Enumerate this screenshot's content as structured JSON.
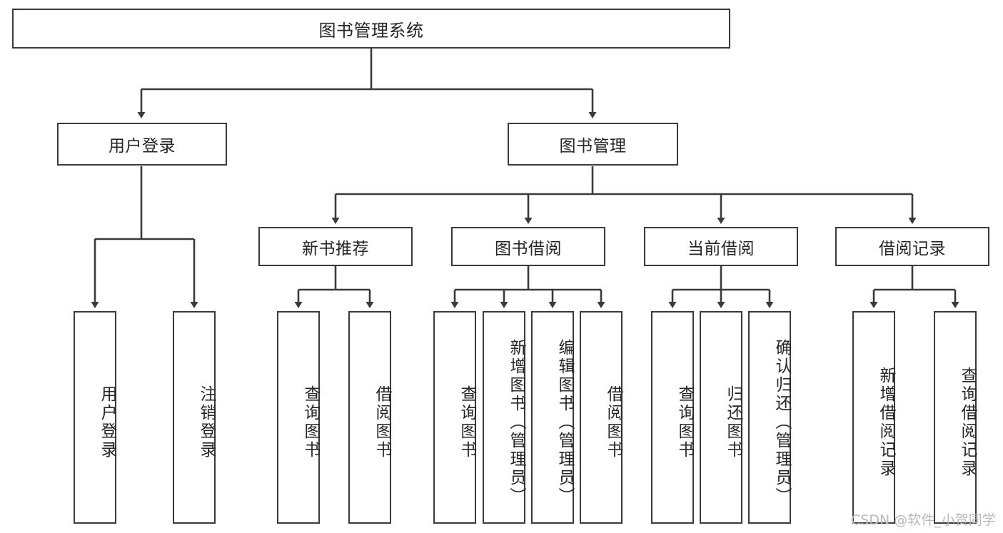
{
  "diagram": {
    "type": "tree-hierarchy",
    "title": "图书管理系统",
    "watermark": "CSDN @软件_小贺同学",
    "colors": {
      "background": "#ffffff",
      "border": "#3a3a3a",
      "edge": "#3a3a3a",
      "text": "#262626",
      "watermark": "#b9b9b9"
    }
  },
  "nodes": {
    "root": {
      "label": "图书管理系统"
    },
    "level2": [
      {
        "id": "user-login",
        "label": "用户登录"
      },
      {
        "id": "book-management",
        "label": "图书管理"
      }
    ],
    "level3": [
      {
        "id": "new-book-recommend",
        "label": "新书推荐"
      },
      {
        "id": "book-borrow",
        "label": "图书借阅"
      },
      {
        "id": "current-borrow",
        "label": "当前借阅"
      },
      {
        "id": "borrow-record",
        "label": "借阅记录"
      }
    ],
    "leaves": {
      "user_login": [
        {
          "id": "leaf-user-login",
          "label": "用户登录"
        },
        {
          "id": "leaf-logout",
          "label": "注销登录"
        }
      ],
      "new_book_recommend": [
        {
          "id": "leaf-query-book-1",
          "label": "查询图书"
        },
        {
          "id": "leaf-borrow-book-1",
          "label": "借阅图书"
        }
      ],
      "book_borrow": [
        {
          "id": "leaf-query-book-2",
          "label": "查询图书"
        },
        {
          "id": "leaf-add-book",
          "label": "新增图书（管理员）"
        },
        {
          "id": "leaf-edit-book",
          "label": "编辑图书（管理员）"
        },
        {
          "id": "leaf-borrow-book-2",
          "label": "借阅图书"
        }
      ],
      "current_borrow": [
        {
          "id": "leaf-query-book-3",
          "label": "查询图书"
        },
        {
          "id": "leaf-return-book",
          "label": "归还图书"
        },
        {
          "id": "leaf-confirm-return",
          "label": "确认归还（管理员）"
        }
      ],
      "borrow_record": [
        {
          "id": "leaf-add-record",
          "label": "新增借阅记录"
        },
        {
          "id": "leaf-query-record",
          "label": "查询借阅记录"
        }
      ]
    }
  }
}
